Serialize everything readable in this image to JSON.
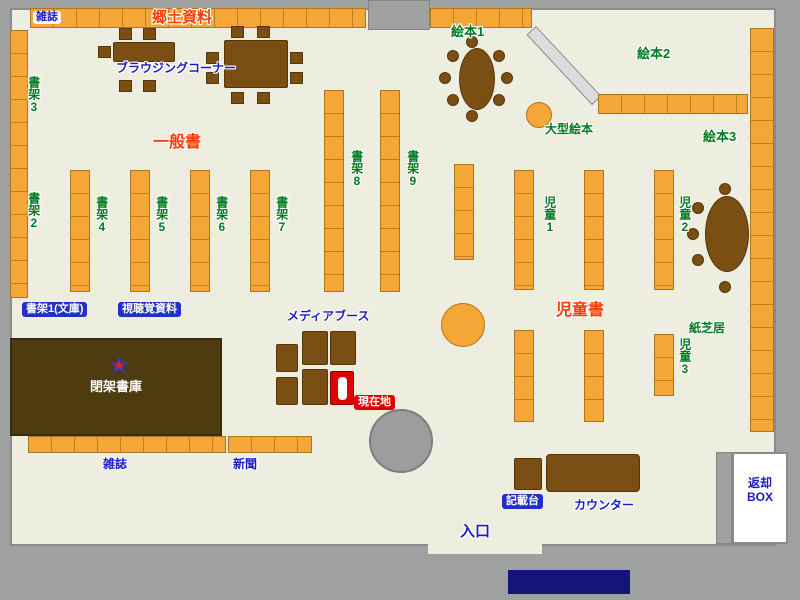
{
  "labels": {
    "magazines_top": "雑誌",
    "local_history": "郷土資料",
    "browsing_corner": "ブラウジングコーナー",
    "general_books": "一般書",
    "picture_books_1": "絵本1",
    "picture_books_2": "絵本2",
    "picture_books_3": "絵本3",
    "large_picture_books": "大型絵本",
    "shelf_1_bunko": "書架1(文庫)",
    "shelf_2": "書架2",
    "shelf_3": "書架3",
    "shelf_4": "書架4",
    "shelf_5": "書架5",
    "shelf_6": "書架6",
    "shelf_7": "書架7",
    "shelf_8": "書架8",
    "shelf_9": "書架9",
    "av_materials": "視聴覚資料",
    "media_booth": "メディアブース",
    "closed_stacks": "閉架書庫",
    "current_location": "現在地",
    "children_1": "児童1",
    "children_2": "児童2",
    "children_3": "児童3",
    "children_books": "児童書",
    "kamishibai": "紙芝居",
    "magazines_bottom": "雑誌",
    "newspapers": "新聞",
    "kisaidai": "記載台",
    "counter": "カウンター",
    "return_box": "返却BOX",
    "entrance": "入口"
  },
  "icons": {
    "you_are_here_star": "★"
  },
  "colors": {
    "floor": "#EDEEE0",
    "wall": "#9FA0A0",
    "shelf_orange": "#F4A636",
    "furniture_brown": "#7B4E13",
    "closed_stacks_brown": "#4E3B10",
    "label_green": "#007B1E",
    "label_blue": "#1B1BC8",
    "label_red": "#FF3C00",
    "badge_blue": "#2031C8",
    "marker_red": "#E00000"
  }
}
